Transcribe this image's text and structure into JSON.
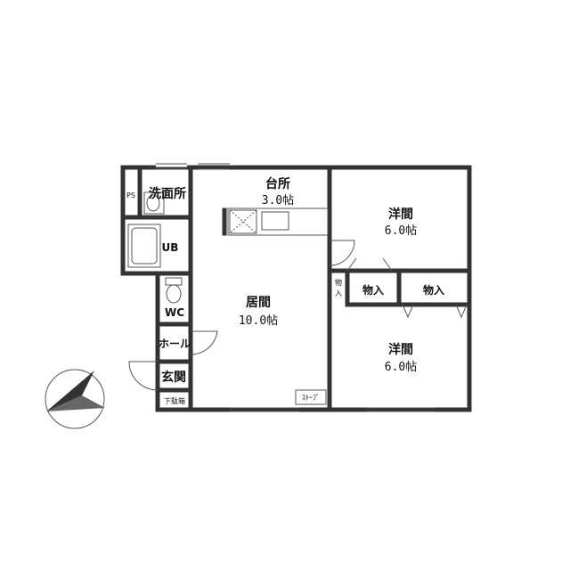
{
  "rooms": {
    "kitchen": {
      "name": "台所",
      "size": "3.0帖"
    },
    "living": {
      "name": "居間",
      "size": "10.0帖"
    },
    "western1": {
      "name": "洋間",
      "size": "6.0帖"
    },
    "western2": {
      "name": "洋間",
      "size": "6.0帖"
    },
    "washroom": {
      "name": "洗面所"
    },
    "ps": {
      "name": "PS"
    },
    "bath": {
      "name": "UB"
    },
    "toilet": {
      "name": "WC"
    },
    "hall": {
      "name": "ホール"
    },
    "entrance": {
      "name": "玄関"
    },
    "shoe_box": {
      "name": "下駄箱"
    },
    "closet_small": {
      "name_top": "物",
      "name_bottom": "入"
    },
    "closet1": {
      "name": "物入"
    },
    "closet2": {
      "name": "物入"
    },
    "stove": {
      "name": "ｽﾄｰﾌﾞ"
    }
  },
  "colors": {
    "wall": "#333333",
    "thin_line": "#555555",
    "compass": "#333333"
  },
  "icons": {
    "north_arrow": "compass-north-arrow-icon"
  }
}
